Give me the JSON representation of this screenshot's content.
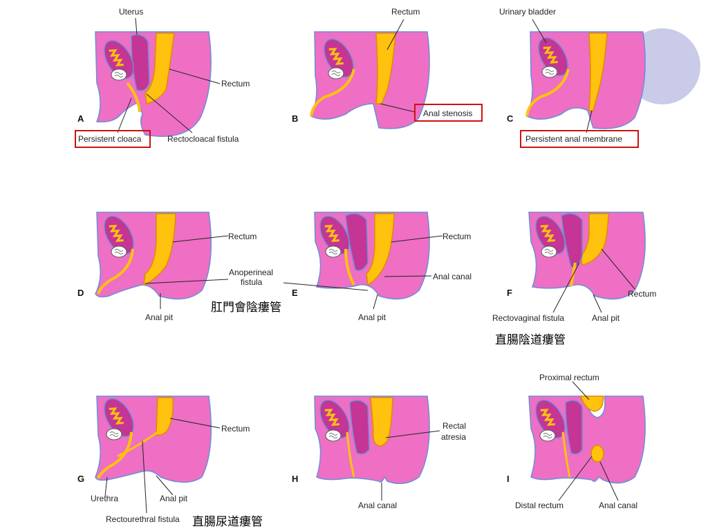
{
  "colors": {
    "tissue": "#ee6fc4",
    "tissue_dark": "#c43596",
    "bowel": "#ffc20e",
    "bowel_dark": "#e08a00",
    "outline": "#6a8fd6",
    "highlight_box": "#d01010",
    "circle_deco": "#c9cbe8"
  },
  "panels": [
    {
      "letter": "A",
      "labels": {
        "top": "Uterus",
        "right": "Rectum",
        "bottom_left": "Persistent cloaca",
        "bottom_right": "Rectocloacal fistula"
      }
    },
    {
      "letter": "B",
      "labels": {
        "top": "Rectum",
        "right": "Anal stenosis"
      }
    },
    {
      "letter": "C",
      "labels": {
        "top": "Urinary bladder",
        "bottom": "Persistent anal membrane"
      }
    },
    {
      "letter": "D",
      "labels": {
        "right": "Rectum",
        "mid": "Anoperineal\nfistula",
        "bottom": "Anal pit"
      }
    },
    {
      "letter": "E",
      "labels": {
        "right": "Rectum",
        "right2": "Anal canal",
        "bottom": "Anal pit"
      }
    },
    {
      "letter": "F",
      "labels": {
        "right": "Rectum",
        "bottom_left": "Rectovaginal fistula",
        "bottom_right": "Anal pit"
      }
    },
    {
      "letter": "G",
      "labels": {
        "right": "Rectum",
        "bottom_left": "Urethra",
        "bottom_mid": "Anal pit",
        "bottom": "Rectourethral fistula"
      }
    },
    {
      "letter": "H",
      "labels": {
        "right": "Rectal\natresia",
        "bottom": "Anal canal"
      }
    },
    {
      "letter": "I",
      "labels": {
        "top": "Proximal rectum",
        "bottom_left": "Distal rectum",
        "bottom_right": "Anal canal"
      }
    }
  ],
  "cjk_labels": {
    "anoperineal": "肛門會陰瘻管",
    "rectovaginal": "直腸陰道瘻管",
    "rectourethral": "直腸尿道瘻管"
  }
}
